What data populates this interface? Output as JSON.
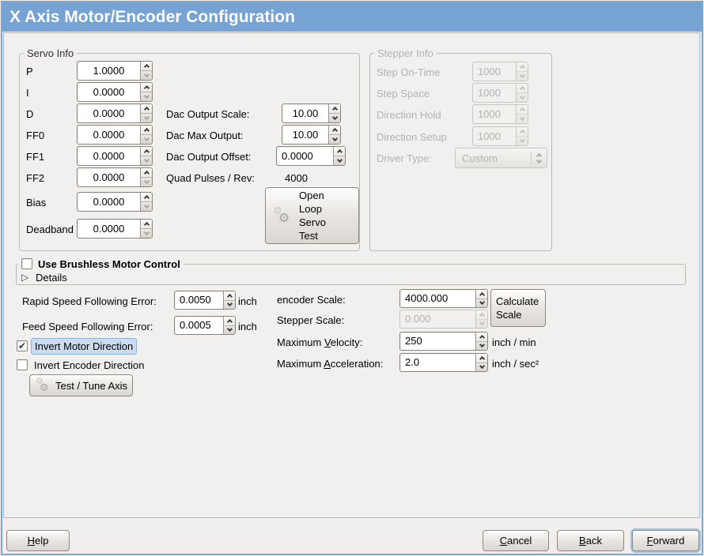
{
  "window": {
    "title": "X Axis Motor/Encoder Configuration"
  },
  "colors": {
    "titlebar": "#76a2d4",
    "window_border": "#7ea6d3",
    "content_border": "#a0bad9",
    "focus_highlight": "#cbdcee"
  },
  "icons": {
    "checkmark": "✔",
    "expander": "▷",
    "gear": "⚙"
  },
  "servo_info": {
    "legend": "Servo Info",
    "rows": [
      {
        "label": "P",
        "value": "1.0000"
      },
      {
        "label": "I",
        "value": "0.0000"
      },
      {
        "label": "D",
        "value": "0.0000"
      },
      {
        "label": "FF0",
        "value": "0.0000"
      },
      {
        "label": "FF1",
        "value": "0.0000"
      },
      {
        "label": "FF2",
        "value": "0.0000"
      },
      {
        "label": "Bias",
        "value": "0.0000"
      },
      {
        "label": "Deadband",
        "value": "0.0000"
      }
    ],
    "dac_output_scale": {
      "label": "Dac Output Scale:",
      "value": "10.00"
    },
    "dac_max_output": {
      "label": "Dac Max Output:",
      "value": "10.00"
    },
    "dac_output_offset": {
      "label": "Dac Output Offset:",
      "value": "0.0000"
    },
    "quad_pulses": {
      "label": "Quad Pulses / Rev:",
      "value": "4000"
    },
    "open_loop_button": "Open Loop Servo Test"
  },
  "stepper_info": {
    "legend": "Stepper Info",
    "rows": [
      {
        "label": "Step On-Time",
        "value": "1000"
      },
      {
        "label": "Step Space",
        "value": "1000"
      },
      {
        "label": "Direction Hold",
        "value": "1000"
      },
      {
        "label": "Direction Setup",
        "value": "1000"
      }
    ],
    "driver_type": {
      "label": "Driver Type:",
      "value": "Custom"
    }
  },
  "brushless": {
    "checkbox_label": "Use Brushless Motor Control",
    "checked": false,
    "details_label": "Details"
  },
  "following_error": {
    "rapid": {
      "label": "Rapid Speed Following Error:",
      "value": "0.0050",
      "unit": "inch"
    },
    "feed": {
      "label": "Feed Speed Following Error:",
      "value": "0.0005",
      "unit": "inch"
    }
  },
  "scales": {
    "encoder": {
      "label": "encoder Scale:",
      "value": "4000.000"
    },
    "stepper": {
      "label": "Stepper Scale:",
      "value": "0.000"
    },
    "calculate_button": "Calculate Scale",
    "velocity": {
      "label_pre": "Maximum ",
      "label_key": "V",
      "label_post": "elocity:",
      "value": "250",
      "unit": "inch / min"
    },
    "acceleration": {
      "label_pre": "Maximum ",
      "label_key": "A",
      "label_post": "cceleration:",
      "value": "2.0",
      "unit": "inch / sec²"
    }
  },
  "direction": {
    "invert_motor": {
      "label": "Invert Motor Direction",
      "checked": true
    },
    "invert_encoder": {
      "label": "Invert Encoder Direction",
      "checked": false
    },
    "test_button": "Test / Tune Axis"
  },
  "footer": {
    "help": {
      "pre": "",
      "key": "H",
      "post": "elp"
    },
    "cancel": {
      "pre": "",
      "key": "C",
      "post": "ancel"
    },
    "back": {
      "pre": "",
      "key": "B",
      "post": "ack"
    },
    "forward": {
      "pre": "",
      "key": "F",
      "post": "orward"
    }
  }
}
